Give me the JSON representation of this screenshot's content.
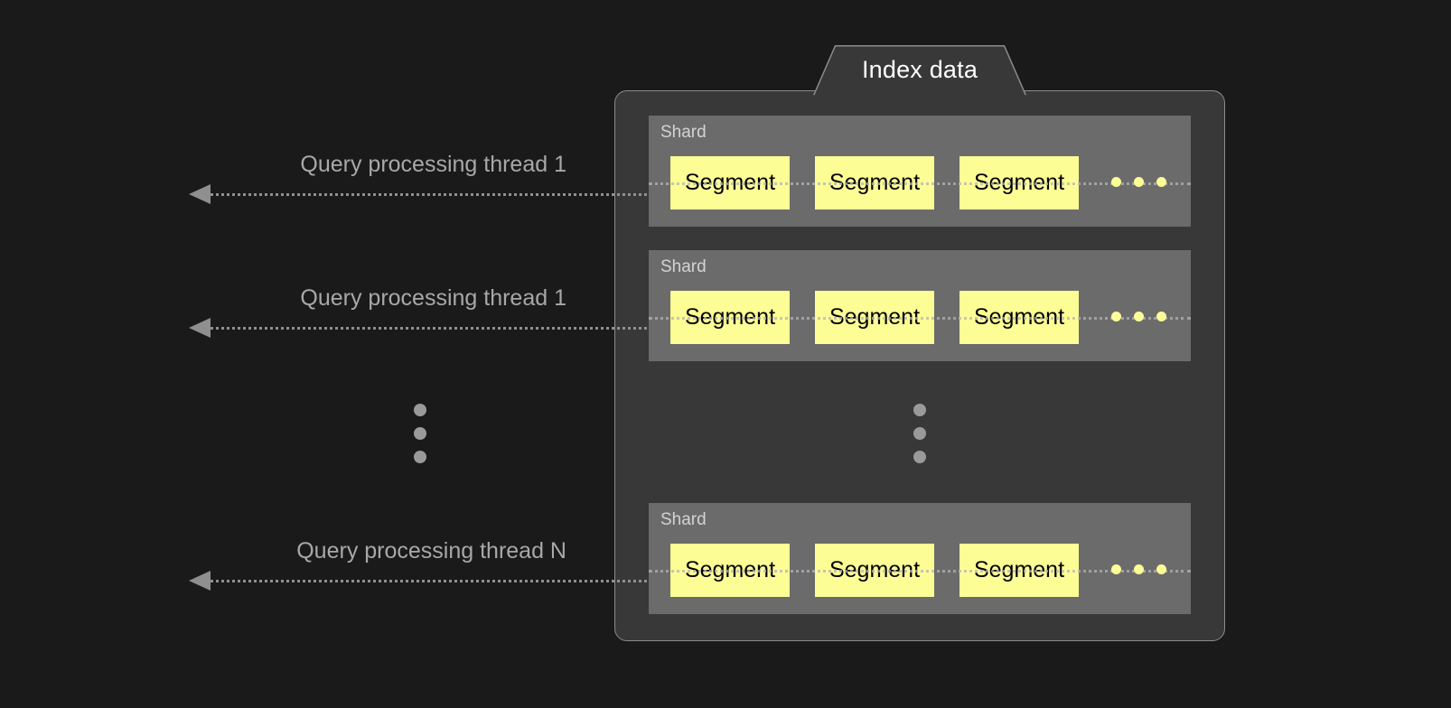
{
  "page": {
    "background_color": "#1a1a1a",
    "panel_background_color": "#383838",
    "panel_border_color": "#8c8c8c",
    "shard_color": "#6b6b6b",
    "segment_color": "#fdfd96",
    "segment_text_color": "#000000",
    "arrow_color": "#8f8f8f",
    "label_color": "#a8a8a8",
    "ellipsis_dot_color": "#9a9a9a"
  },
  "index_panel": {
    "tab_label": "Index data",
    "shards": [
      {
        "label": "Shard",
        "segments": [
          "Segment",
          "Segment",
          "Segment"
        ],
        "ellipsis": "•••"
      },
      {
        "label": "Shard",
        "segments": [
          "Segment",
          "Segment",
          "Segment"
        ],
        "ellipsis": "•••"
      },
      {
        "label": "Shard",
        "segments": [
          "Segment",
          "Segment",
          "Segment"
        ],
        "ellipsis": "•••"
      }
    ],
    "vertical_ellipsis": "•••"
  },
  "threads": [
    {
      "label": "Query processing thread 1"
    },
    {
      "label": "Query processing thread 1"
    },
    {
      "label": "Query processing thread N"
    }
  ],
  "left_vertical_ellipsis": "•••"
}
